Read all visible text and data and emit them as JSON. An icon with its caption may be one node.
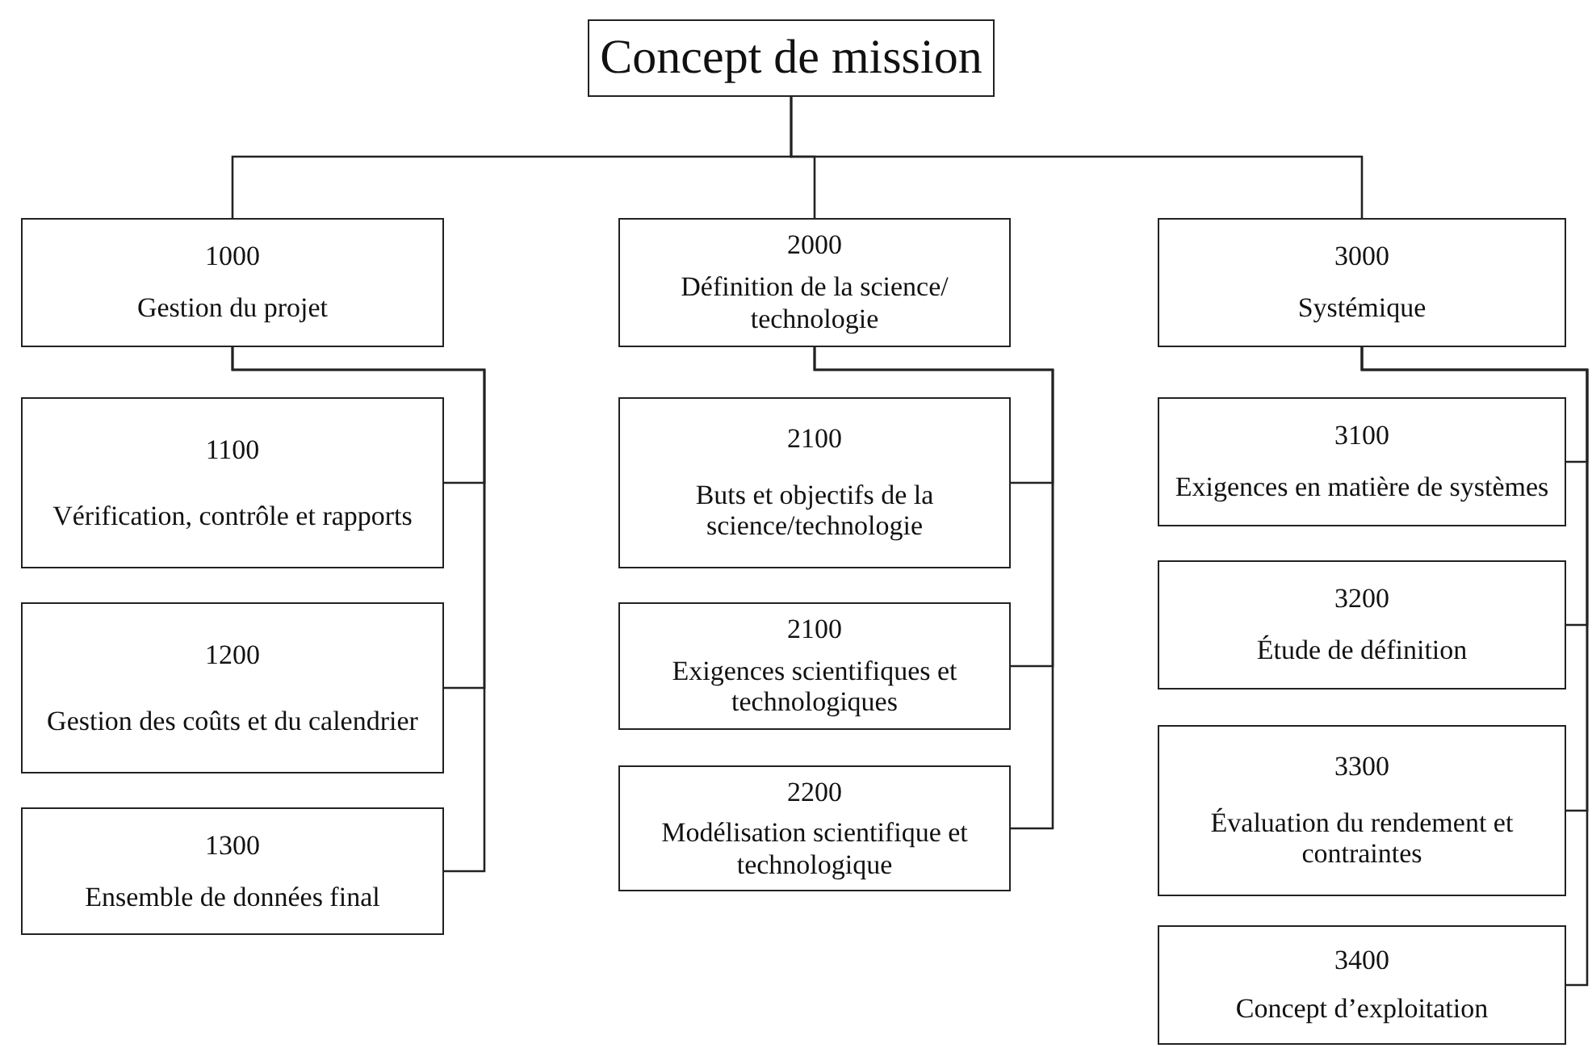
{
  "diagram": {
    "nodes": [
      {
        "text": [
          "Concept de mission"
        ]
      },
      {
        "text": [
          "1000",
          "Gestion du projet"
        ]
      },
      {
        "text": [
          "2000",
          "Définition de la science/ technologie"
        ]
      },
      {
        "text": [
          "3000",
          "Systémique"
        ]
      },
      {
        "text": [
          "1100",
          "Vérification, contrôle et rapports"
        ]
      },
      {
        "text": [
          "1200",
          "Gestion des coûts et du calendrier"
        ]
      },
      {
        "text": [
          "1300",
          "Ensemble de données final"
        ]
      },
      {
        "text": [
          "2100",
          "Buts et objectifs de la science/technologie"
        ]
      },
      {
        "text": [
          "2100",
          "Exigences scientifiques et technologiques"
        ]
      },
      {
        "text": [
          "2200",
          "Modélisation scientifique et technologique"
        ]
      },
      {
        "text": [
          "3100",
          "Exigences en matière de systèmes"
        ]
      },
      {
        "text": [
          "3200",
          "Étude de définition"
        ]
      },
      {
        "text": [
          "3300",
          "Évaluation du rendement et contraintes"
        ]
      },
      {
        "text": [
          "3400",
          "Concept d’exploitation"
        ]
      }
    ],
    "edges": [
      {
        "from": 0,
        "to": 1,
        "arrow": "none"
      },
      {
        "from": 0,
        "to": 2,
        "arrow": "none"
      },
      {
        "from": 0,
        "to": 3,
        "arrow": "none"
      },
      {
        "from": 1,
        "to": 4,
        "arrow": "none"
      },
      {
        "from": 1,
        "to": 5,
        "arrow": "none"
      },
      {
        "from": 1,
        "to": 6,
        "arrow": "none"
      },
      {
        "from": 2,
        "to": 7,
        "arrow": "none"
      },
      {
        "from": 2,
        "to": 8,
        "arrow": "none"
      },
      {
        "from": 2,
        "to": 9,
        "arrow": "none"
      },
      {
        "from": 3,
        "to": 10,
        "arrow": "none"
      },
      {
        "from": 3,
        "to": 11,
        "arrow": "none"
      },
      {
        "from": 3,
        "to": 12,
        "arrow": "none"
      },
      {
        "from": 3,
        "to": 13,
        "arrow": "none"
      }
    ]
  }
}
